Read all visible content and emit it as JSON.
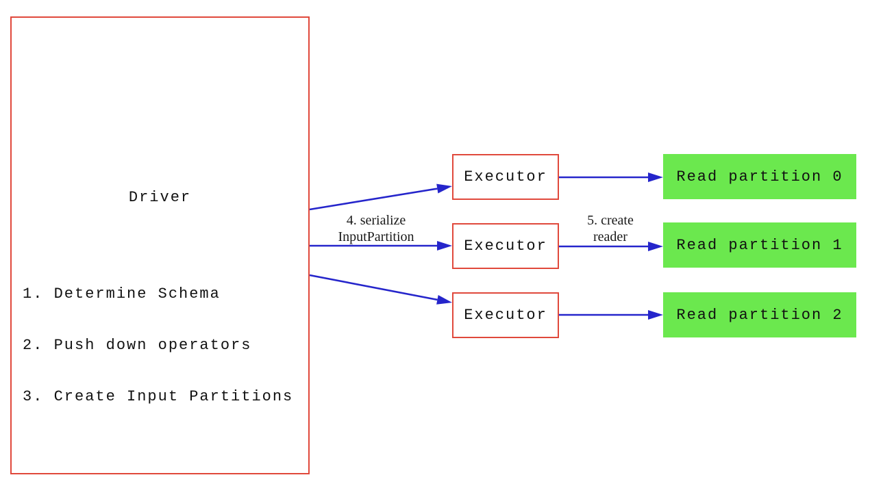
{
  "colors": {
    "background": "#ffffff",
    "red": "#e0483b",
    "blue": "#2525cb",
    "green": "#6be84e",
    "text": "#111111",
    "label": "#1a1a1a"
  },
  "driver": {
    "title": "Driver",
    "steps": [
      "1. Determine Schema",
      "2. Push down operators",
      "3. Create Input Partitions"
    ]
  },
  "executors": [
    {
      "label": "Executor"
    },
    {
      "label": "Executor"
    },
    {
      "label": "Executor"
    }
  ],
  "partitions": [
    {
      "label": "Read partition 0"
    },
    {
      "label": "Read partition 1"
    },
    {
      "label": "Read partition 2"
    }
  ],
  "edge_labels": {
    "serialize": {
      "line1": "4. serialize",
      "line2": "InputPartition"
    },
    "create_reader": {
      "line1": "5. create",
      "line2": "reader"
    }
  }
}
